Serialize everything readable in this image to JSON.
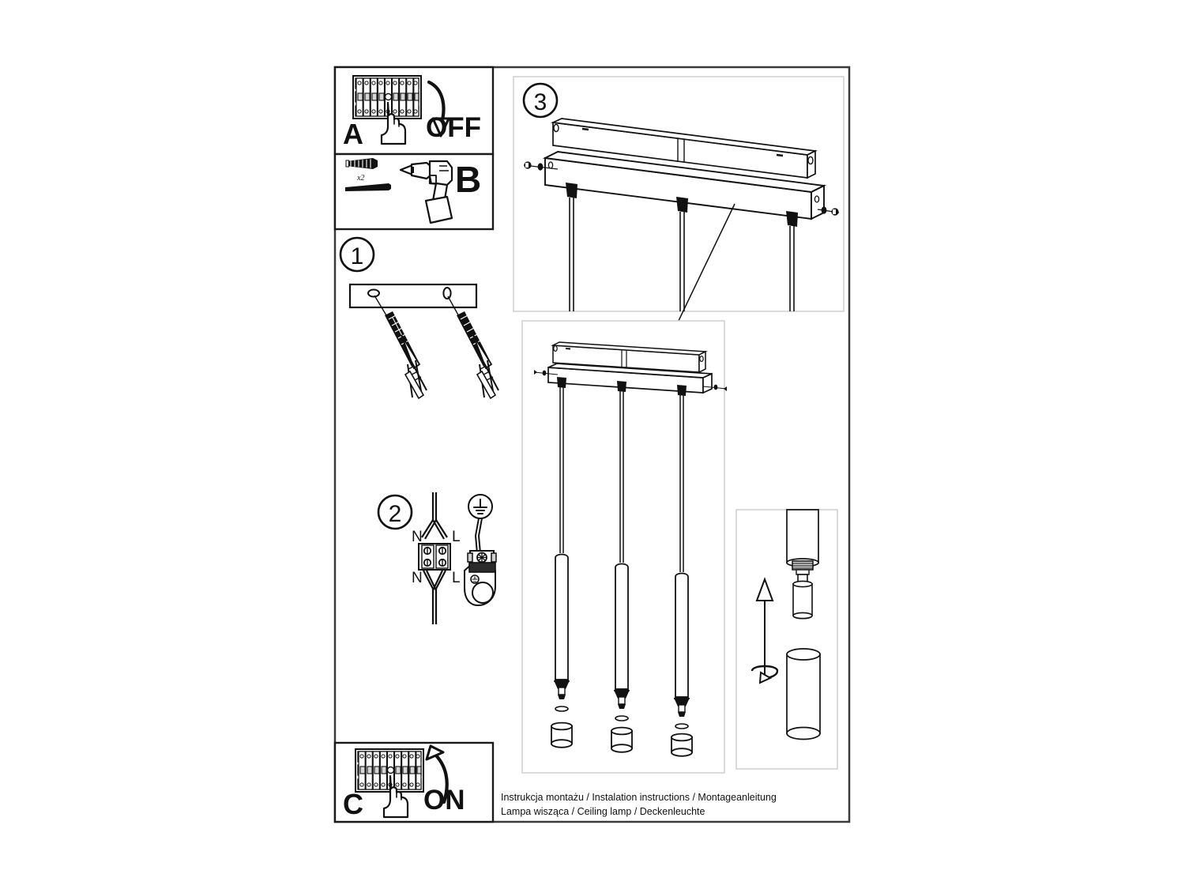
{
  "document": {
    "type": "installation-instruction-sheet",
    "caption_line_1": "Instrukcja montażu / Instalation instructions / Montageanleitung",
    "caption_line_2": "Lampa wisząca / Ceiling lamp / Deckenleuchte",
    "ink_color": "#111111",
    "paper_color": "#ffffff"
  },
  "panels": {
    "a": {
      "label": "A",
      "action_text": "OFF",
      "icon_breaker": "circuit-breaker-panel-icon",
      "icon_hand": "hand-pointing-icon",
      "icon_arrow": "curved-arrow-down-icon",
      "breaker_count": 9
    },
    "b": {
      "label": "B",
      "quantity_label": "x2",
      "icon_wall_plug": "wall-plug-icon",
      "icon_screw": "screw-icon",
      "icon_drill": "power-drill-icon"
    },
    "step1": {
      "label": "1",
      "icon_bracket": "mounting-plate-icon",
      "icon_anchor": "expansion-anchor-icon",
      "anchor_count": 2,
      "hole_count": 2
    },
    "step2": {
      "label": "2",
      "terminal_top_left": "N",
      "terminal_top_right": "L",
      "terminal_bottom_left": "N",
      "terminal_bottom_right": "L",
      "icon_terminal_block": "terminal-block-icon",
      "icon_earth": "earth-ground-symbol-icon",
      "icon_earth_clamp": "earth-clamp-icon",
      "icon_wire": "wire-icon"
    },
    "step3": {
      "label": "3",
      "icon_canopy": "ceiling-canopy-bar-icon",
      "icon_screw": "fixing-screw-icon",
      "pendant_count": 3,
      "screw_count": 2
    },
    "assembly": {
      "icon_canopy": "ceiling-canopy-bar-icon",
      "icon_pendant": "pendant-tube-lamp-icon",
      "pendant_count": 3
    },
    "bulb_detail": {
      "icon_socket": "lamp-socket-icon",
      "icon_bulb": "led-bulb-icon",
      "icon_shade": "cylinder-shade-icon",
      "icon_arrow_up": "insert-up-arrow-icon",
      "icon_arrow_rotate": "rotate-arrow-icon"
    },
    "c": {
      "label": "C",
      "action_text": "ON",
      "icon_breaker": "circuit-breaker-panel-icon",
      "icon_hand": "hand-pointing-icon",
      "icon_arrow": "curved-arrow-up-icon",
      "breaker_count": 9
    }
  }
}
